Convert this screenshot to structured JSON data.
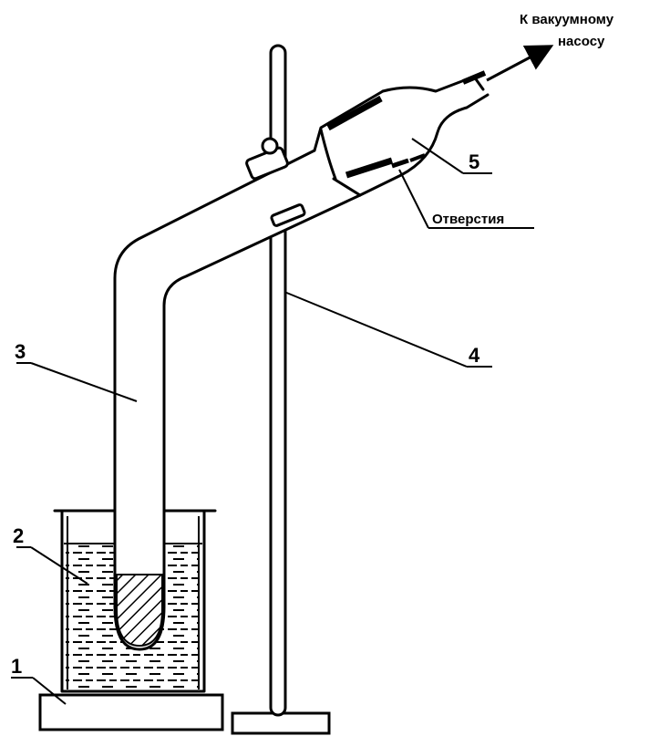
{
  "labels": {
    "n1": "1",
    "n2": "2",
    "n3": "3",
    "n4": "4",
    "n5": "5"
  },
  "captions": {
    "pump_line1": "К вакуумному",
    "pump_line2": "насосу",
    "opening": "Отверстия"
  }
}
